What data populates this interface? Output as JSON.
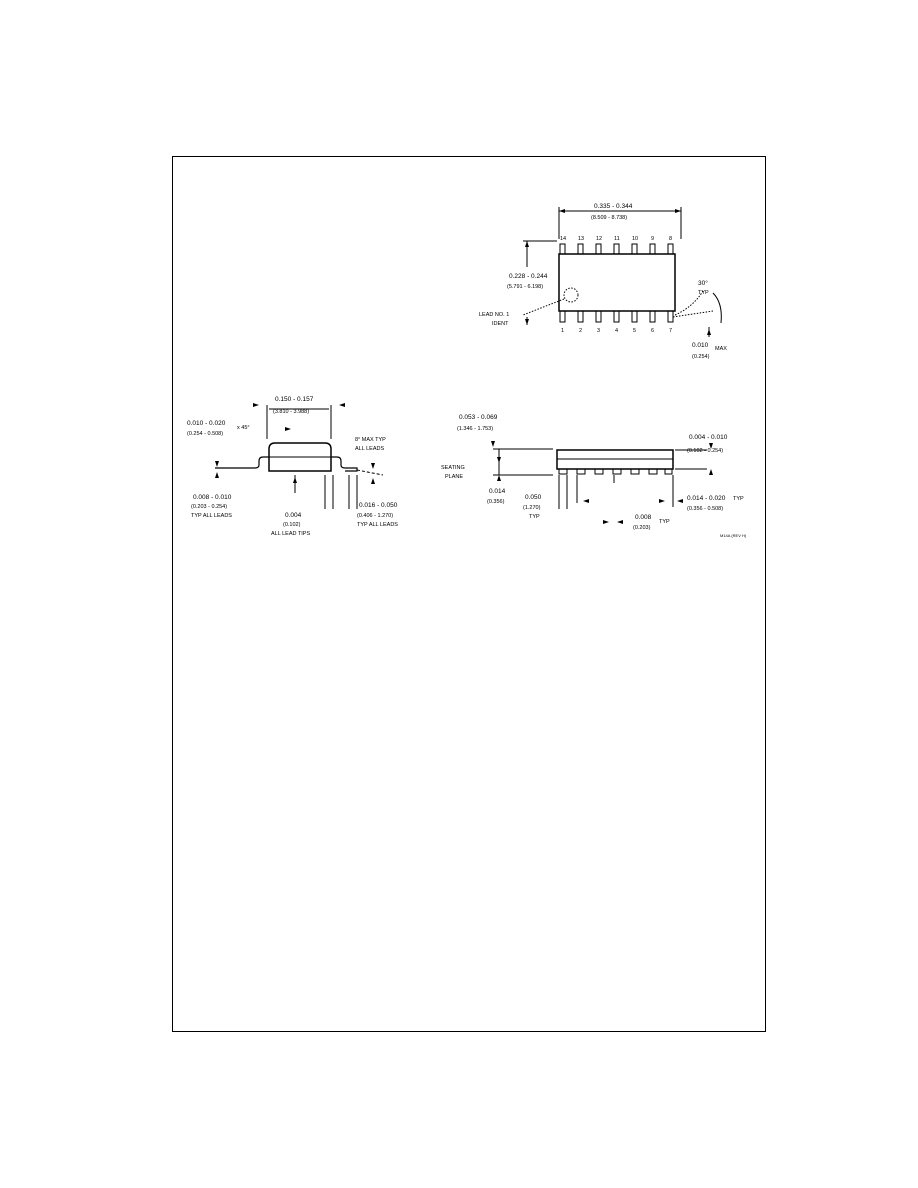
{
  "top_view": {
    "length_in": "0.335 - 0.344",
    "length_mm": "(8.509 - 8.738)",
    "width_in": "0.228 - 0.244",
    "width_mm": "(5.791 - 6.198)",
    "pins_top": [
      "14",
      "13",
      "12",
      "11",
      "10",
      "9",
      "8"
    ],
    "pins_bottom": [
      "1",
      "2",
      "3",
      "4",
      "5",
      "6",
      "7"
    ],
    "lead_ident_line1": "LEAD NO. 1",
    "lead_ident_line2": "IDENT",
    "angle": "30°",
    "angle_typ": "TYP",
    "max_in": "0.010",
    "max_label": "MAX",
    "max_mm": "(0.254)"
  },
  "end_view": {
    "width_in": "0.150 - 0.157",
    "width_mm": "(3.810 - 3.988)",
    "chamfer_in": "0.010 - 0.020",
    "chamfer_mm": "(0.254 - 0.508)",
    "chamfer_angle": "x 45°",
    "angle_line1": "8° MAX TYP",
    "angle_line2": "ALL LEADS",
    "lead_thick_in": "0.008 - 0.010",
    "lead_thick_mm": "(0.203 - 0.254)",
    "lead_thick_note": "TYP ALL LEADS",
    "tip_in": "0.004",
    "tip_mm": "(0.102)",
    "tip_note": "ALL LEAD TIPS",
    "foot_in": "0.016 - 0.050",
    "foot_mm": "(0.406 - 1.270)",
    "foot_note": "TYP ALL LEADS"
  },
  "side_view": {
    "height_in": "0.053 - 0.069",
    "height_mm": "(1.346 - 1.753)",
    "standoff_in": "0.004 - 0.010",
    "standoff_mm": "(0.102 - 0.254)",
    "seating_line1": "SEATING",
    "seating_line2": "PLANE",
    "seat_in": "0.014",
    "seat_mm": "(0.356)",
    "pitch_in": "0.050",
    "pitch_mm": "(1.270)",
    "pitch_typ": "TYP",
    "lead_w_in": "0.014 - 0.020",
    "lead_w_typ": "TYP",
    "lead_w_mm": "(0.356 - 0.508)",
    "thick_in": "0.008",
    "thick_typ": "TYP",
    "thick_mm": "(0.203)",
    "drawing_code": "M14A (REV H)"
  }
}
